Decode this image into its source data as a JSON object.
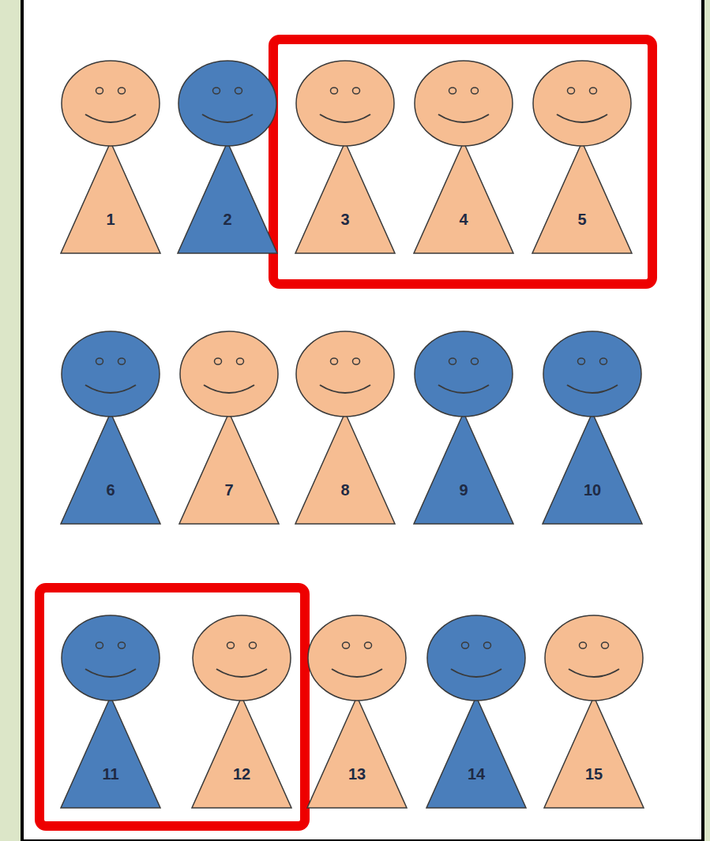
{
  "diagram": {
    "nodes": [
      {
        "text": [
          "1"
        ]
      },
      {
        "text": [
          "2"
        ]
      },
      {
        "text": [
          "3"
        ]
      },
      {
        "text": [
          "4"
        ]
      },
      {
        "text": [
          "5"
        ]
      },
      {
        "text": [
          "6"
        ]
      },
      {
        "text": [
          "7"
        ]
      },
      {
        "text": [
          "8"
        ]
      },
      {
        "text": [
          "9"
        ]
      },
      {
        "text": [
          "10"
        ]
      },
      {
        "text": [
          "11"
        ]
      },
      {
        "text": [
          "12"
        ]
      },
      {
        "text": [
          "13"
        ]
      },
      {
        "text": [
          "14"
        ]
      },
      {
        "text": [
          "15"
        ]
      }
    ]
  }
}
